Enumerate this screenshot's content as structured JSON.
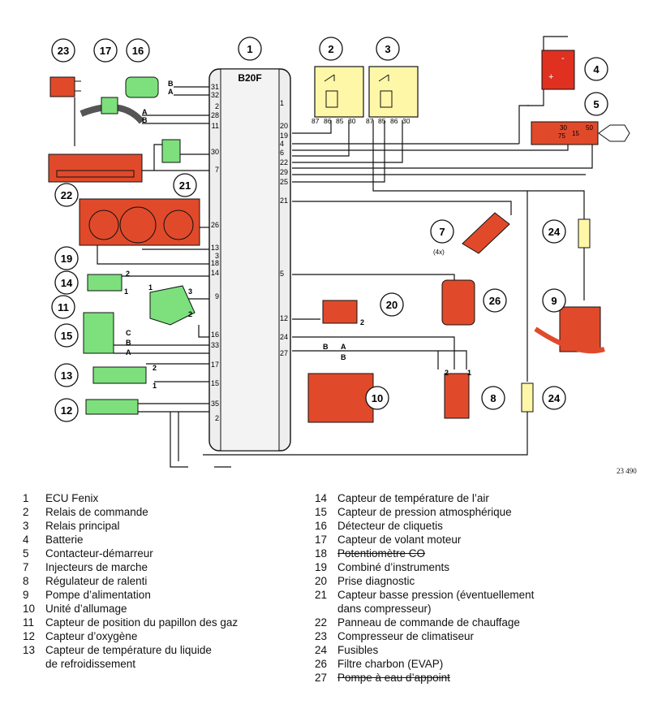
{
  "ecu": {
    "label": "B20F"
  },
  "ecu_pins_left": [
    "31",
    "32",
    "2",
    "28",
    "11",
    "30",
    "7",
    "26",
    "13",
    "3",
    "18",
    "14",
    "9",
    "16",
    "33",
    "17",
    "15",
    "35",
    "2"
  ],
  "ecu_pins_right": [
    "1",
    "20",
    "19",
    "4",
    "6",
    "22",
    "29",
    "25",
    "21",
    "5",
    "12",
    "24",
    "27"
  ],
  "relay_terminals": [
    "87",
    "86",
    "85",
    "30"
  ],
  "relay_terminals_2": [
    "87",
    "85",
    "86",
    "30"
  ],
  "contactor_terminals": [
    "30",
    "50",
    "75",
    "15"
  ],
  "injector_count": "(4x)",
  "wire_letters": {
    "b": "B",
    "a": "A",
    "c": "C",
    "one": "1",
    "two": "2",
    "three": "3",
    "plus": "+",
    "minus": "-"
  },
  "callouts": [
    "1",
    "2",
    "3",
    "4",
    "5",
    "7",
    "8",
    "9",
    "10",
    "11",
    "12",
    "13",
    "14",
    "15",
    "16",
    "17",
    "19",
    "20",
    "21",
    "22",
    "23",
    "24",
    "24",
    "26"
  ],
  "reference": "23 490",
  "legend_left": [
    {
      "num": "1",
      "label": "ECU Fenix"
    },
    {
      "num": "2",
      "label": "Relais de commande"
    },
    {
      "num": "3",
      "label": "Relais principal"
    },
    {
      "num": "4",
      "label": "Batterie"
    },
    {
      "num": "5",
      "label": "Contacteur-démarreur"
    },
    {
      "num": "7",
      "label": "Injecteurs de marche"
    },
    {
      "num": "8",
      "label": "Régulateur de ralenti"
    },
    {
      "num": "9",
      "label": "Pompe d’alimentation"
    },
    {
      "num": "10",
      "label": "Unité d’allumage"
    },
    {
      "num": "11",
      "label": "Capteur de position du papillon des gaz"
    },
    {
      "num": "12",
      "label": "Capteur d’oxygène"
    },
    {
      "num": "13",
      "label": "Capteur de température du liquide"
    },
    {
      "num": "",
      "label": "de refroidissement"
    }
  ],
  "legend_right": [
    {
      "num": "14",
      "label": "Capteur de température de l’air",
      "strike": false
    },
    {
      "num": "15",
      "label": "Capteur de pression atmosphérique",
      "strike": false
    },
    {
      "num": "16",
      "label": "Détecteur de cliquetis",
      "strike": false
    },
    {
      "num": "17",
      "label": "Capteur de volant moteur",
      "strike": false
    },
    {
      "num": "18",
      "label": "Potentiomètre CO",
      "strike": true
    },
    {
      "num": "19",
      "label": "Combiné d’instruments",
      "strike": false
    },
    {
      "num": "20",
      "label": "Prise diagnostic",
      "strike": false
    },
    {
      "num": "21",
      "label": "Capteur basse pression (éventuellement",
      "strike": false
    },
    {
      "num": "",
      "label": "dans compresseur)",
      "strike": false
    },
    {
      "num": "22",
      "label": "Panneau de commande de chauffage",
      "strike": false
    },
    {
      "num": "23",
      "label": "Compresseur de climatiseur",
      "strike": false
    },
    {
      "num": "24",
      "label": "Fusibles",
      "strike": false
    },
    {
      "num": "26",
      "label": "Filtre charbon (EVAP)",
      "strike": false
    },
    {
      "num": "27",
      "label": "Pompe à eau d’appoint",
      "strike": true
    }
  ]
}
